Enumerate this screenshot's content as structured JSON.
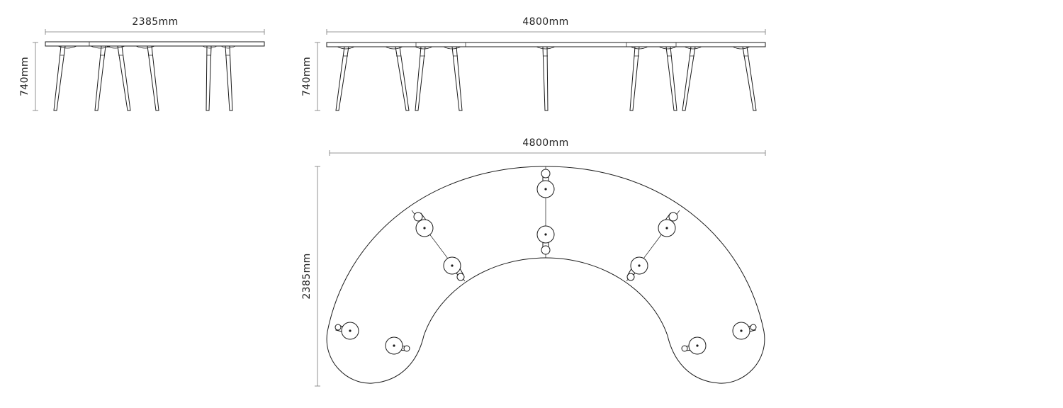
{
  "views": {
    "small_elevation": {
      "width_label": "2385mm",
      "height_label": "740mm"
    },
    "large_elevation": {
      "width_label": "4800mm",
      "height_label": "740mm"
    },
    "plan": {
      "width_label": "4800mm",
      "depth_label": "2385mm"
    }
  },
  "colors": {
    "line": "#1a1a1a",
    "dimension": "#777777",
    "background": "#ffffff"
  }
}
